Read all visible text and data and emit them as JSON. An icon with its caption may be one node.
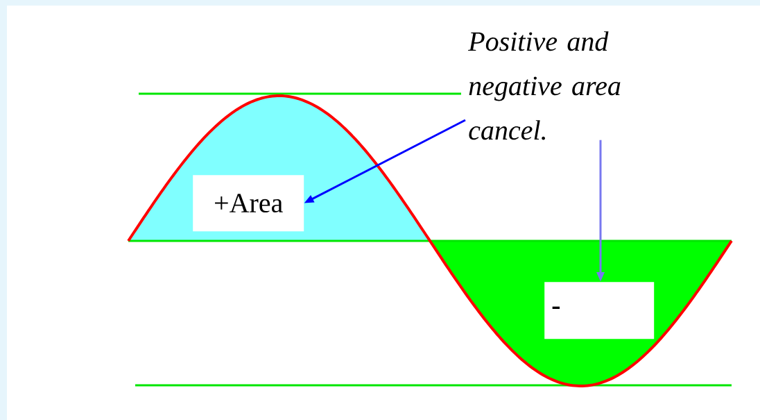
{
  "diagram": {
    "nodes": [
      {
        "text": [
          "Positive and negative area cancel."
        ]
      },
      {
        "text": [
          "+Area"
        ]
      },
      {
        "text": [
          "-"
        ]
      }
    ],
    "edges": [
      {
        "from": 0,
        "to": 1,
        "arrow": "to"
      },
      {
        "from": 0,
        "to": 2,
        "arrow": "to",
        "color": "#7878f0"
      }
    ]
  }
}
